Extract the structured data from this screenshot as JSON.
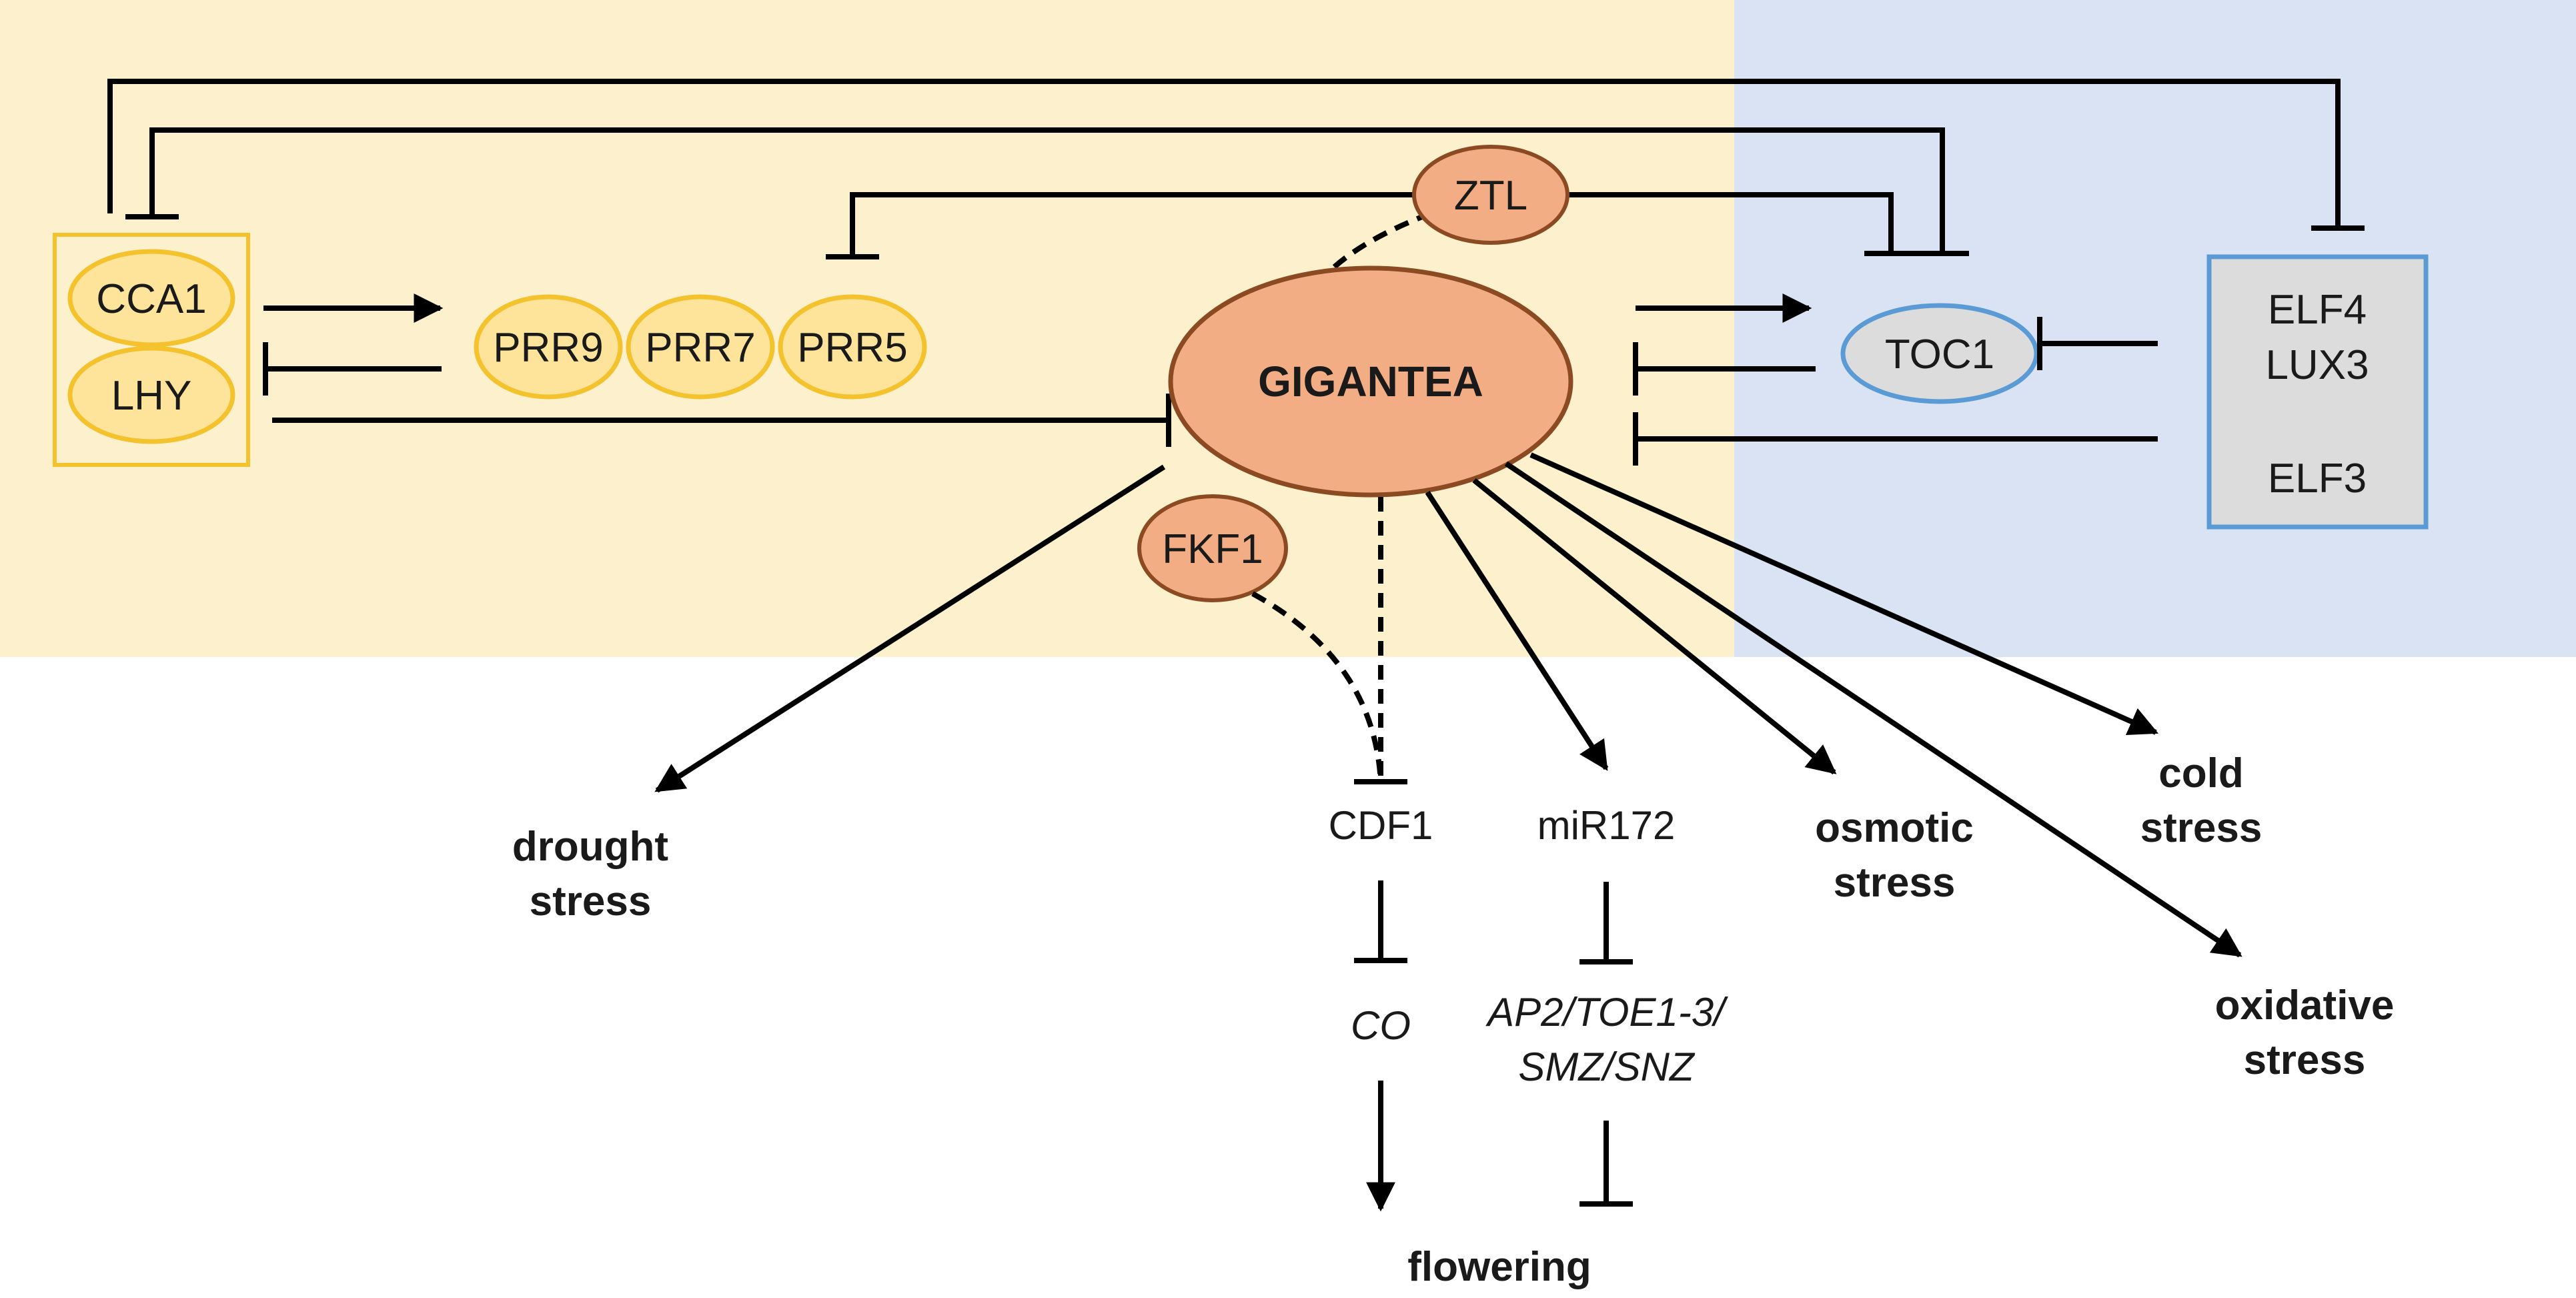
{
  "colors": {
    "circadian_bg": "#fdf0cc",
    "regulator_bg": "#d9e3f3",
    "morning_fill": "#fde49a",
    "morning_stroke": "#f3c22c",
    "gigantea_fill": "#f2ad85",
    "gigantea_stroke": "#8b4a22",
    "toc1_fill": "#dcdcdc",
    "toc1_stroke": "#5b9bd5",
    "ec_fill": "#dcdcdc",
    "ec_stroke": "#5b9bd5"
  },
  "nodes": {
    "cca1": "CCA1",
    "lhy": "LHY",
    "prr9": "PRR9",
    "prr7": "PRR7",
    "prr5": "PRR5",
    "ztl": "ZTL",
    "gigantea": "GIGANTEA",
    "fkf1": "FKF1",
    "toc1": "TOC1",
    "elf4": "ELF4",
    "lux3": "LUX3",
    "elf3": "ELF3",
    "cdf1": "CDF1",
    "co": "CO",
    "mir172": "miR172",
    "ap2_line1": "AP2/TOE1-3/",
    "ap2_line2": "SMZ/SNZ",
    "flowering": "flowering"
  },
  "outputs": {
    "drought_line1": "drought",
    "drought_line2": "stress",
    "osmotic_line1": "osmotic",
    "osmotic_line2": "stress",
    "cold_line1": "cold",
    "cold_line2": "stress",
    "oxidative_line1": "oxidative",
    "oxidative_line2": "stress"
  }
}
